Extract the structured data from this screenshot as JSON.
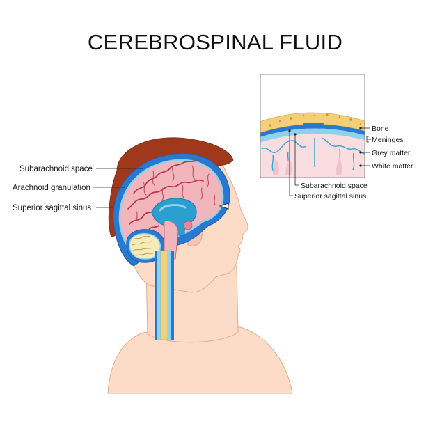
{
  "title": "CEREBROSPINAL FLUID",
  "labels": {
    "subarachnoid_space": "Subarachnoid space",
    "arachnoid_granulation": "Arachnoid granulation",
    "superior_sagittal_sinus": "Superior sagittal sinus"
  },
  "inset": {
    "bone": "Bone",
    "meninges": "Meninges",
    "grey_matter": "Grey matter",
    "white_matter": "White matter",
    "subarachnoid_space": "Subarachnoid space",
    "superior_sagittal_sinus": "Superior sagittal sinus"
  },
  "colors": {
    "skin": "#fcdcc6",
    "skin_outline": "#e5a98c",
    "hair": "#a0391c",
    "csf_blue": "#2a79d0",
    "csf_light": "#8ed2ec",
    "brain": "#f2b5bb",
    "gyri": "#b5344a",
    "bone": "#f3cf79",
    "cerebellum": "#f7eab9"
  }
}
